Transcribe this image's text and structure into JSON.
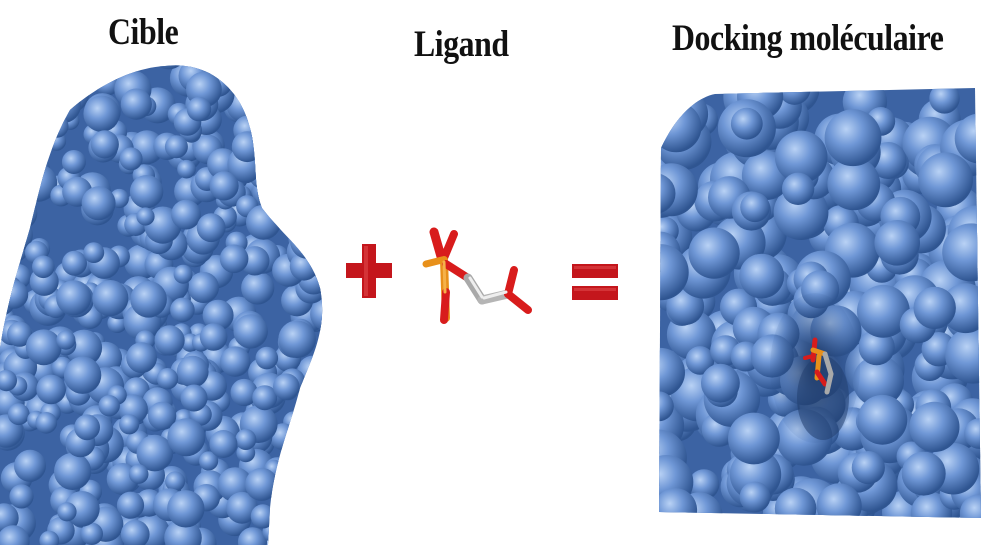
{
  "headings": {
    "target": "Cible",
    "ligand": "Ligand",
    "docking": "Docking moléculaire"
  },
  "operators": {
    "plus": "+",
    "equals": "="
  },
  "colors": {
    "protein_surface": "#5b86c9",
    "protein_highlight": "#9dbdec",
    "protein_shadow": "#2b4e8a",
    "operator_red": "#c4161c",
    "phosphorus_orange": "#e8901a",
    "oxygen_red": "#d81c1c",
    "carbon_grey": "#a9a9a9"
  },
  "icons": {
    "target": "protein-surface-icon",
    "ligand": "ligand-molecule-icon",
    "complex": "docked-complex-icon"
  }
}
